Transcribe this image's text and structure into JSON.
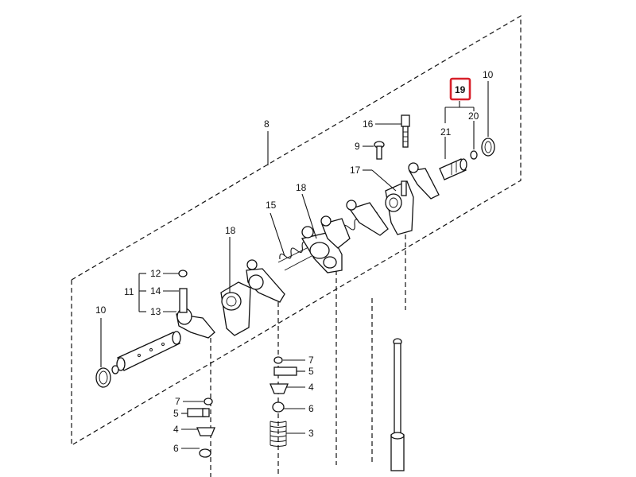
{
  "diagram": {
    "highlight_color": "#d8202a",
    "labels": {
      "n8": "8",
      "n10_left": "10",
      "n10_right": "10",
      "n11": "11",
      "n12": "12",
      "n13": "13",
      "n14": "14",
      "n15": "15",
      "n16": "16",
      "n17": "17",
      "n18_left": "18",
      "n18_mid": "18",
      "n19": "19",
      "n20": "20",
      "n21": "21",
      "n9": "9",
      "n7_left": "7",
      "n5_left": "5",
      "n4_left": "4",
      "n6_left": "6",
      "n7_mid": "7",
      "n5_mid": "5",
      "n4_mid": "4",
      "n6_mid": "6",
      "n3_mid": "3"
    }
  }
}
